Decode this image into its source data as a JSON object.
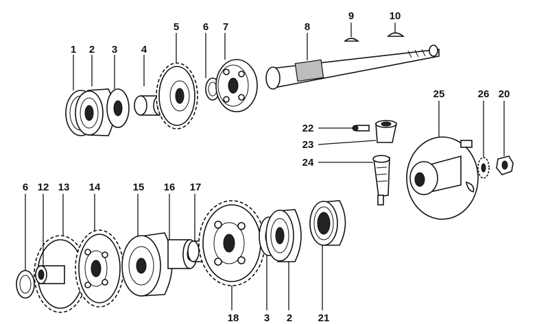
{
  "callouts": [
    {
      "id": "c1",
      "text": "1"
    },
    {
      "id": "c2",
      "text": "2"
    },
    {
      "id": "c3",
      "text": "3"
    },
    {
      "id": "c4",
      "text": "4"
    },
    {
      "id": "c5",
      "text": "5"
    },
    {
      "id": "c6",
      "text": "6"
    },
    {
      "id": "c7",
      "text": "7"
    },
    {
      "id": "c8",
      "text": "8"
    },
    {
      "id": "c9",
      "text": "9"
    },
    {
      "id": "c10",
      "text": "10"
    },
    {
      "id": "c25",
      "text": "25"
    },
    {
      "id": "c26",
      "text": "26"
    },
    {
      "id": "c20",
      "text": "20"
    },
    {
      "id": "c22",
      "text": "22"
    },
    {
      "id": "c23",
      "text": "23"
    },
    {
      "id": "c24",
      "text": "24"
    },
    {
      "id": "c6b",
      "text": "6"
    },
    {
      "id": "c12",
      "text": "12"
    },
    {
      "id": "c13",
      "text": "13"
    },
    {
      "id": "c14",
      "text": "14"
    },
    {
      "id": "c15",
      "text": "15"
    },
    {
      "id": "c16",
      "text": "16"
    },
    {
      "id": "c17",
      "text": "17"
    },
    {
      "id": "c18",
      "text": "18"
    },
    {
      "id": "c3b",
      "text": "3"
    },
    {
      "id": "c2b",
      "text": "2"
    },
    {
      "id": "c21",
      "text": "21"
    }
  ]
}
